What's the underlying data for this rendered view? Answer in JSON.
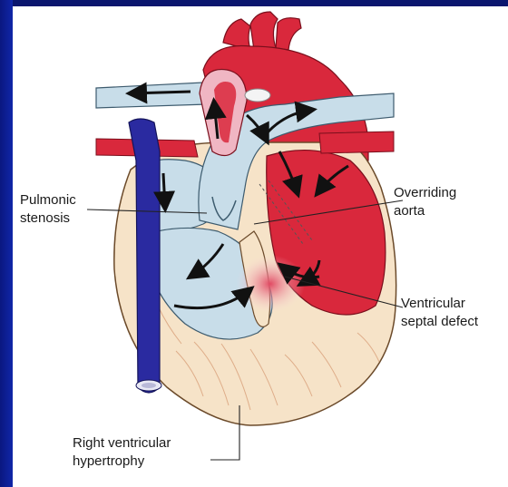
{
  "labels": {
    "pulmonic_stenosis": "Pulmonic\nstenosis",
    "overriding_aorta": "Overriding\naorta",
    "ventricular_septal_defect": "Ventricular\nseptal defect",
    "right_ventricular_hypertrophy": "Right ventricular\nhypertrophy"
  },
  "colors": {
    "background": "#0c1b8f",
    "panel": "#ffffff",
    "oxygenated_blood": "#d9283c",
    "deoxygenated_blood": "#c8dde9",
    "myocardium": "#f6e3c8",
    "vena_cava": "#2a2aa0",
    "arrow": "#111111"
  }
}
